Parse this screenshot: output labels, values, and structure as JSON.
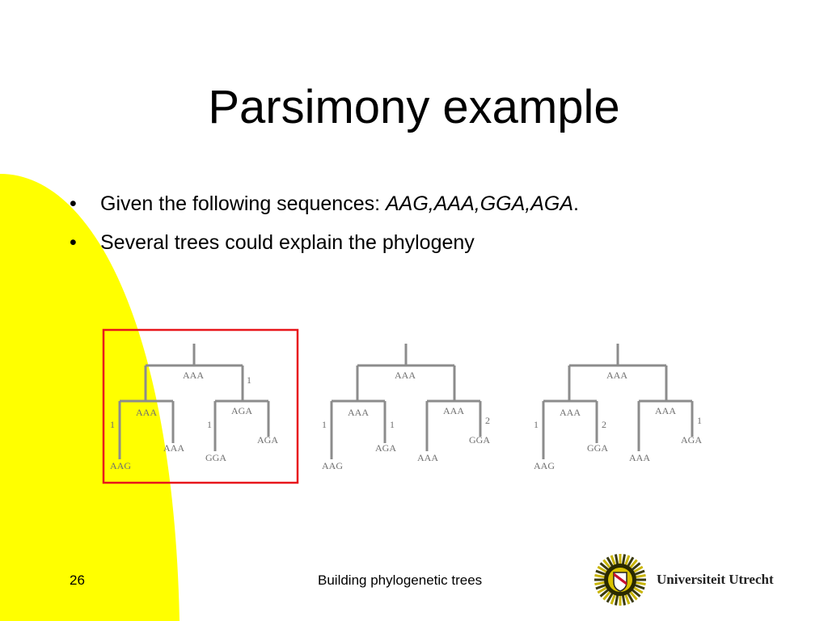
{
  "slide": {
    "title": "Parsimony example",
    "bullets": [
      {
        "prefix": "Given the following sequences: ",
        "emph": "AAG,AAA,GGA,AGA",
        "suffix": "."
      },
      {
        "prefix": "Several trees could explain the phylogeny",
        "emph": "",
        "suffix": ""
      }
    ],
    "bullet_glyph": "•"
  },
  "diagram": {
    "trees": [
      {
        "highlighted": true,
        "root": "AAA",
        "root_cost": "1",
        "left": {
          "label": "AAA",
          "cost": "",
          "leaves": [
            {
              "label": "AAG",
              "cost": "1"
            },
            {
              "label": "AAA",
              "cost": ""
            }
          ]
        },
        "right": {
          "label": "AGA",
          "cost": "",
          "leaves": [
            {
              "label": "GGA",
              "cost": "1"
            },
            {
              "label": "AGA",
              "cost": ""
            }
          ]
        }
      },
      {
        "highlighted": false,
        "root": "AAA",
        "root_cost": "",
        "left": {
          "label": "AAA",
          "cost": "",
          "leaves": [
            {
              "label": "AAG",
              "cost": "1"
            },
            {
              "label": "AGA",
              "cost": "1"
            }
          ]
        },
        "right": {
          "label": "AAA",
          "cost": "",
          "leaves": [
            {
              "label": "AAA",
              "cost": ""
            },
            {
              "label": "GGA",
              "cost": "2"
            }
          ]
        }
      },
      {
        "highlighted": false,
        "root": "AAA",
        "root_cost": "",
        "left": {
          "label": "AAA",
          "cost": "",
          "leaves": [
            {
              "label": "AAG",
              "cost": "1"
            },
            {
              "label": "GGA",
              "cost": "2"
            }
          ]
        },
        "right": {
          "label": "AAA",
          "cost": "",
          "leaves": [
            {
              "label": "AAA",
              "cost": ""
            },
            {
              "label": "AGA",
              "cost": "1"
            }
          ]
        }
      }
    ],
    "colors": {
      "edge": "#8c8c8c",
      "highlight": "#e8161b",
      "accent": "#ffff00"
    }
  },
  "footer": {
    "page_number": "26",
    "text": "Building phylogenetic trees",
    "logo_text": "Universiteit Utrecht",
    "logo_icon": "university-seal-icon"
  }
}
